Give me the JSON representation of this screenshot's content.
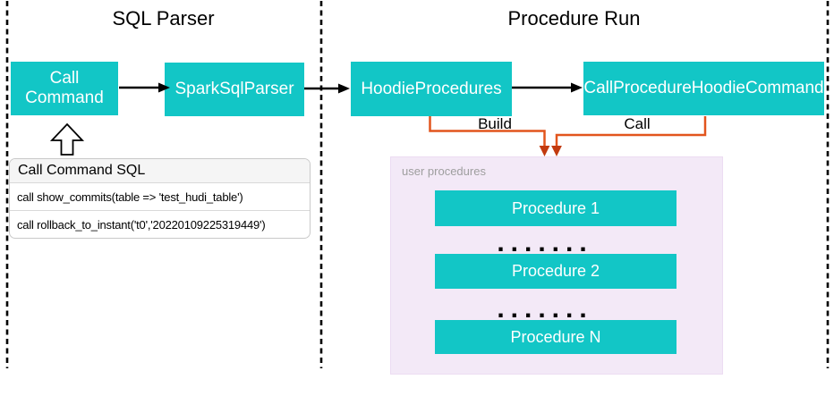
{
  "sections": {
    "sql_parser": {
      "title": "SQL Parser"
    },
    "procedure_run": {
      "title": "Procedure Run"
    }
  },
  "nodes": {
    "call_command": "Call Command",
    "spark_sql_parser": "SparkSqlParser",
    "hoodie_procedures": "HoodieProcedures",
    "call_procedure_hoodie_command": "CallProcedureHoodieCommand"
  },
  "sql_box": {
    "title": "Call Command SQL",
    "rows": [
      "call show_commits(table => 'test_hudi_table')",
      "call rollback_to_instant('t0','20220109225319449')"
    ]
  },
  "edges": {
    "build_label": "Build",
    "call_label": "Call"
  },
  "user_procedures": {
    "label": "user procedures",
    "items": [
      "Procedure 1",
      "Procedure 2",
      "Procedure N"
    ],
    "dots": "......."
  },
  "colors": {
    "node_teal": "#12c6c6",
    "node_text": "#ffffff",
    "orange_line": "#e2551d",
    "orange_arrowhead": "#c23a0f",
    "pink_container": "#f3e9f7",
    "gray_label": "#9e9e9e",
    "sql_header_bg": "#f5f5f5",
    "dashed_border": "#000000"
  }
}
